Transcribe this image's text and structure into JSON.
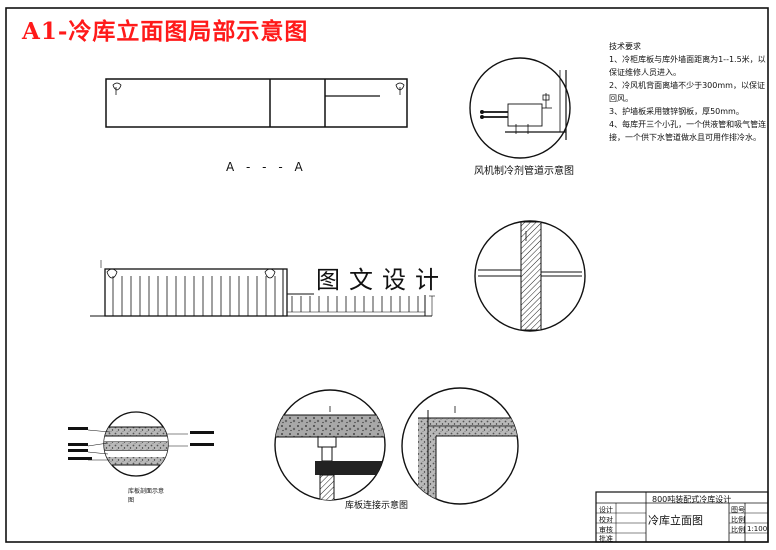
{
  "banner_title": "A1-冷库立面图局部示意图",
  "section_label": "A - - - A",
  "fan_detail_caption": "风机制冷剂管道示意图",
  "watermark": "图文设计",
  "panel_joint_caption": "库板连接示意图",
  "panel_section_caption": "库板剖面示意图",
  "technical_notes": {
    "heading": "技术要求",
    "items": [
      "1、冷柜库板与库外墙面距离为1--1.5米，以保证维修人员进入。",
      "2、冷风机背面离墙不少于300mm，以保证回风。",
      "3、护墙板采用镀锌钢板，厚50mm。",
      "4、每库开三个小孔，一个供液管和吸气管连接，一个供下水管道做水且可用作排冷水。"
    ]
  },
  "title_block": {
    "project": "800吨装配式冷库设计",
    "drawing_title": "冷库立面图",
    "left_labels": [
      "设计",
      "校对",
      "审核",
      "批准"
    ],
    "right_labels": [
      "图号",
      "比例",
      "比例"
    ],
    "scale": "1:100"
  },
  "colors": {
    "banner": "#ff1a1a",
    "line": "#111111",
    "insulation_fill": "#9a9a9a",
    "sheet_background": "#ffffff"
  }
}
